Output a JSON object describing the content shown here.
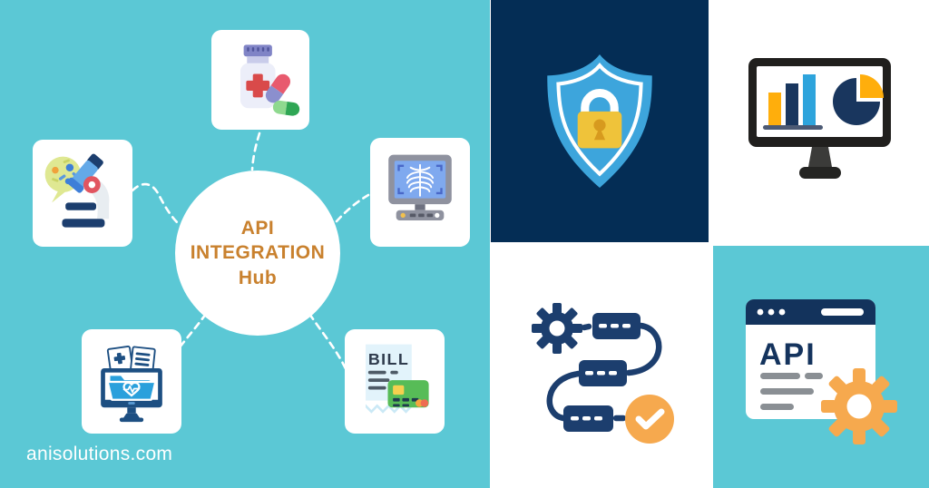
{
  "page": {
    "background_teal": "#5BC8D5",
    "tile_navy": "#042D55"
  },
  "hub": {
    "line1": "API",
    "line2": "INTEGRATION",
    "line3": "Hub",
    "text_color": "#C9812E"
  },
  "watermark": "anisolutions.com",
  "labels": {
    "bill": "BILL",
    "api": "API"
  },
  "left_icons": [
    {
      "name": "medicine-bottle-pills-icon"
    },
    {
      "name": "microscope-lab-icon"
    },
    {
      "name": "xray-monitor-icon"
    },
    {
      "name": "health-records-computer-icon"
    },
    {
      "name": "medical-bill-credit-card-icon"
    }
  ],
  "right_tiles": [
    {
      "name": "security-shield-lock",
      "background": "#042D55"
    },
    {
      "name": "analytics-monitor",
      "background": "#FFFFFF"
    },
    {
      "name": "workflow-automation",
      "background": "#FFFFFF"
    },
    {
      "name": "api-browser-gear",
      "background": "#5BC8D5"
    }
  ],
  "colors": {
    "icon_navy": "#1C3E6E",
    "accent_orange": "#F6A94E",
    "shield_blue": "#3DA5DC",
    "lock_yellow": "#EFC33A",
    "folder_blue": "#2AA0DC",
    "card_green": "#57BC57",
    "bar_yellow": "#FFAE0C",
    "bar_blue": "#2EA4DC"
  }
}
